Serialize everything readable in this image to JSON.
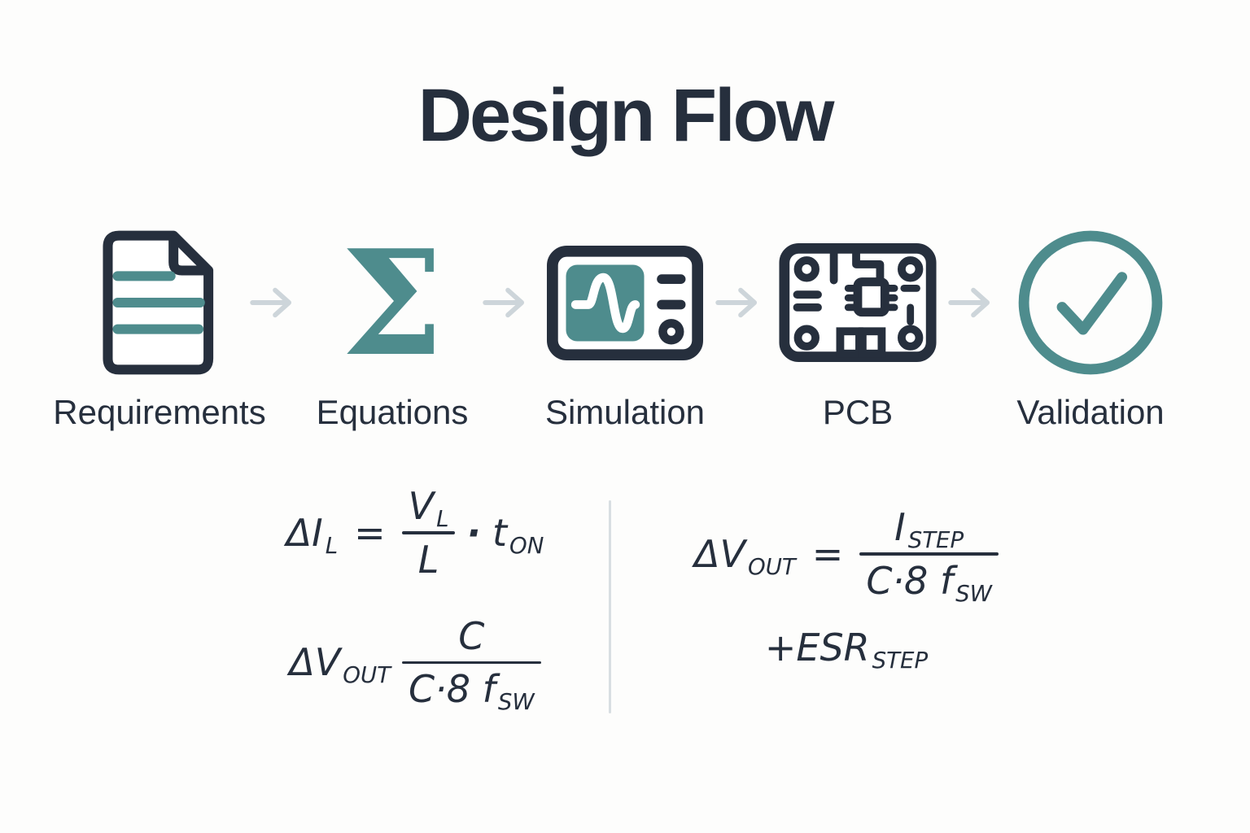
{
  "title": "Design Flow",
  "colors": {
    "dark_navy": "#262f3d",
    "teal": "#4e8c8d",
    "arrow_gray": "#cdd5da",
    "divider_gray": "#d8dee2",
    "background": "#fdfdfc"
  },
  "flow": {
    "sigma_glyph": "Σ",
    "arrow_icon": "arrow-right-icon",
    "steps": [
      {
        "label": "Requirements",
        "icon": "document-icon"
      },
      {
        "label": "Equations",
        "icon": "sigma-icon"
      },
      {
        "label": "Simulation",
        "icon": "oscilloscope-icon"
      },
      {
        "label": "PCB",
        "icon": "pcb-icon"
      },
      {
        "label": "Validation",
        "icon": "check-circle-icon"
      }
    ]
  },
  "equations": {
    "left": {
      "eq1": {
        "delta_term": "ΔI",
        "delta_sub": "L",
        "equals": "=",
        "numerator": "V",
        "numerator_sub": "L",
        "denominator": "L",
        "dot": "·",
        "time_term": "t",
        "time_sub": "ON"
      },
      "eq2": {
        "delta_term": "ΔV",
        "delta_sub": "OUT",
        "numerator": "C",
        "denominator": "C·8 f",
        "denominator_sub": "SW"
      }
    },
    "right": {
      "eq1": {
        "delta_term": "ΔV",
        "delta_sub": "OUT",
        "equals": "=",
        "numerator": "I",
        "numerator_sub": "STEP",
        "denominator": "C·8 f",
        "denominator_sub": "SW"
      },
      "eq2": {
        "plus_term": "+ESR",
        "plus_sub": "STEP"
      }
    }
  }
}
